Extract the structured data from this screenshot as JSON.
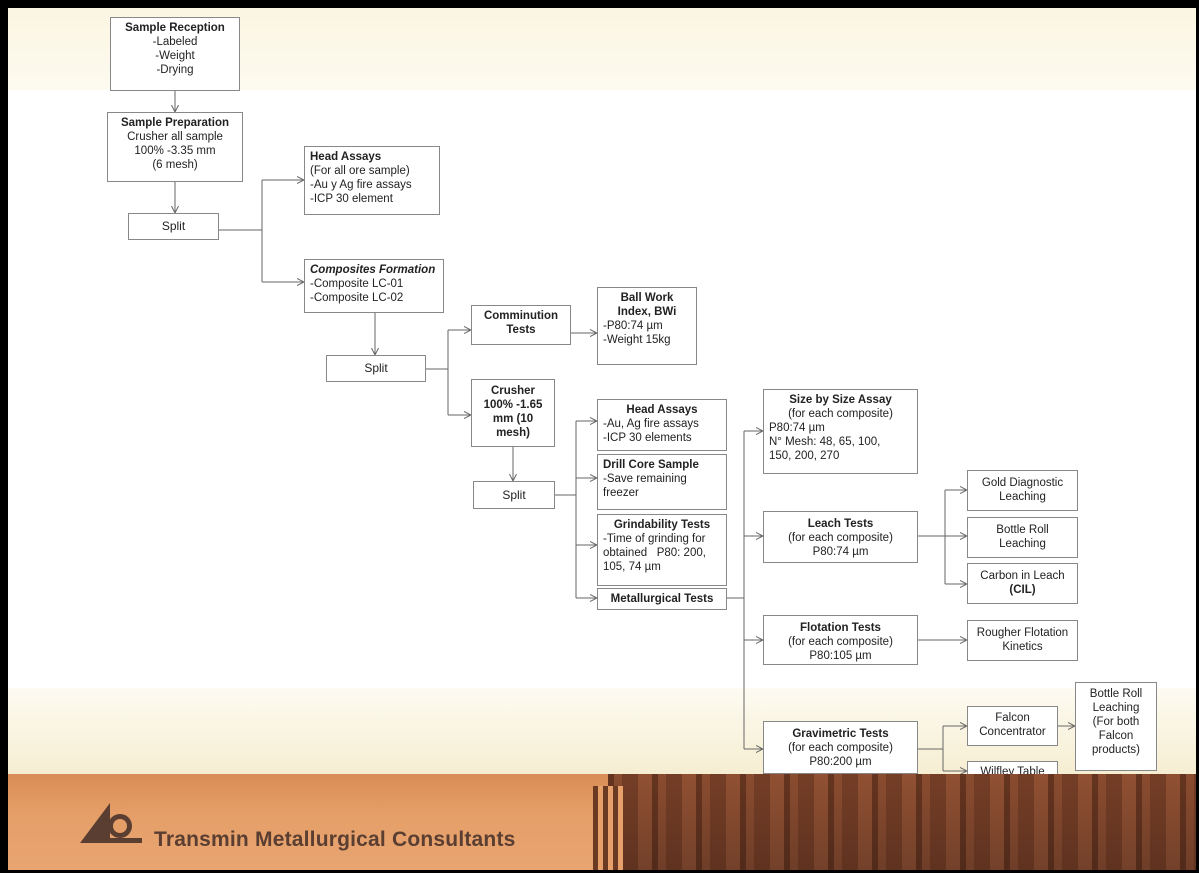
{
  "diagram": {
    "sample_reception": {
      "title": "Sample Reception",
      "lines": [
        "-Labeled",
        "-Weight",
        "-Drying"
      ]
    },
    "sample_preparation": {
      "title": "Sample Preparation",
      "lines": [
        "Crusher all sample",
        "100% -3.35 mm",
        "(6 mesh)"
      ]
    },
    "split_1": "Split",
    "head_assays_1": {
      "title": "Head Assays",
      "lines": [
        "(For all ore sample)",
        "-Au y Ag fire assays",
        "-ICP 30 element"
      ]
    },
    "composites_formation": {
      "title": "Composites Formation",
      "lines": [
        "-Composite LC-01",
        "-Composite LC-02"
      ]
    },
    "split_2": "Split",
    "comminution_tests": {
      "title": "Comminution Tests"
    },
    "ball_work_index": {
      "title": "Ball Work Index, BWi",
      "lines": [
        "-P80:74 µm",
        "-Weight 15kg"
      ]
    },
    "crusher": {
      "title": "Crusher 100% -1.65 mm (10 mesh)"
    },
    "split_3": "Split",
    "head_assays_2": {
      "title": "Head Assays",
      "lines": [
        "-Au, Ag fire assays",
        "-ICP 30 elements"
      ]
    },
    "drill_core_sample": {
      "title": "Drill Core Sample",
      "lines": [
        "-Save remaining",
        "freezer"
      ]
    },
    "grindability_tests": {
      "title": "Grindability Tests",
      "lines": [
        "-Time of grinding for",
        "obtained   P80: 200,",
        "105, 74 µm"
      ]
    },
    "metallurgical_tests": {
      "title": "Metallurgical Tests"
    },
    "size_by_size_assay": {
      "title": "Size by Size Assay",
      "lines": [
        "(for each composite)",
        "P80:74 µm",
        "N° Mesh: 48, 65, 100,",
        "150, 200, 270"
      ]
    },
    "leach_tests": {
      "title": "Leach Tests",
      "lines": [
        "(for each composite)",
        "P80:74 µm"
      ]
    },
    "gold_diagnostic_leaching": "Gold Diagnostic Leaching",
    "bottle_roll_leaching": "Bottle Roll Leaching",
    "carbon_in_leach": {
      "line1": "Carbon in Leach",
      "line2": "(CIL)"
    },
    "flotation_tests": {
      "title": "Flotation Tests",
      "lines": [
        "(for each composite)",
        "P80:105 µm"
      ]
    },
    "rougher_flotation_kinetics": "Rougher Flotation Kinetics",
    "gravimetric_tests": {
      "title": "Gravimetric Tests",
      "lines": [
        "(for each composite)",
        "P80:200 µm"
      ]
    },
    "falcon_concentrator": "Falcon Concentrator",
    "wilfley_table": "Wilfley Table",
    "bottle_roll_falcon": "Bottle Roll Leaching (For both Falcon products)"
  },
  "footer": {
    "company_name": "Transmin Metallurgical Consultants"
  },
  "colors": {
    "footer_orange": "#e59e67",
    "footer_text": "#5a3e32",
    "connector": "#666666"
  }
}
